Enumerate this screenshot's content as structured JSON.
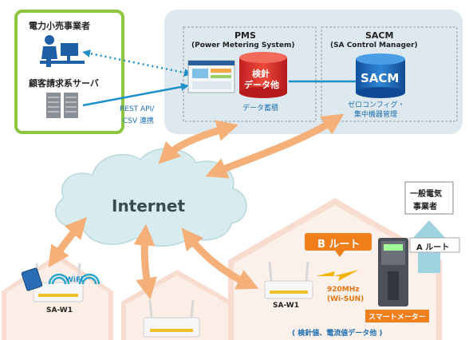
{
  "retailer": {
    "title": "電力小売事業者",
    "server_label": "顧客請求系サーバ"
  },
  "api_label": {
    "line1": "REST API/",
    "line2": "CSV 連携"
  },
  "pms": {
    "title": "PMS",
    "subtitle": "(Power Metering System)",
    "db_line1": "検針",
    "db_line2": "データ他",
    "caption": "データ蓄積"
  },
  "sacm": {
    "title": "SACM",
    "subtitle": "(SA Control Manager)",
    "db_label": "SACM",
    "caption_line1": "ゼロコンフィグ・",
    "caption_line2": "集中機器管理"
  },
  "internet_label": "Internet",
  "utility": {
    "line1": "一般電気",
    "line2": "事業者"
  },
  "a_route": "A ルート",
  "b_route": "B ルート",
  "wireless": {
    "line1": "920MHz",
    "line2": "(Wi-SUN)"
  },
  "smart_meter": "スマートメーター",
  "bottom_caption": "( 検針値、電流値データ他 )",
  "devices": {
    "left_name": "SA-W1",
    "left_wifi": "WiFi",
    "right_name": "SA-W1"
  },
  "colors": {
    "green_frame": "#8cc63f",
    "cloud_panel": "#dde9ee",
    "arrow_orange": "#f4b078",
    "route_orange": "#f07e1b",
    "link_blue": "#1e8fc9",
    "house_pink": "#f7dccf"
  }
}
